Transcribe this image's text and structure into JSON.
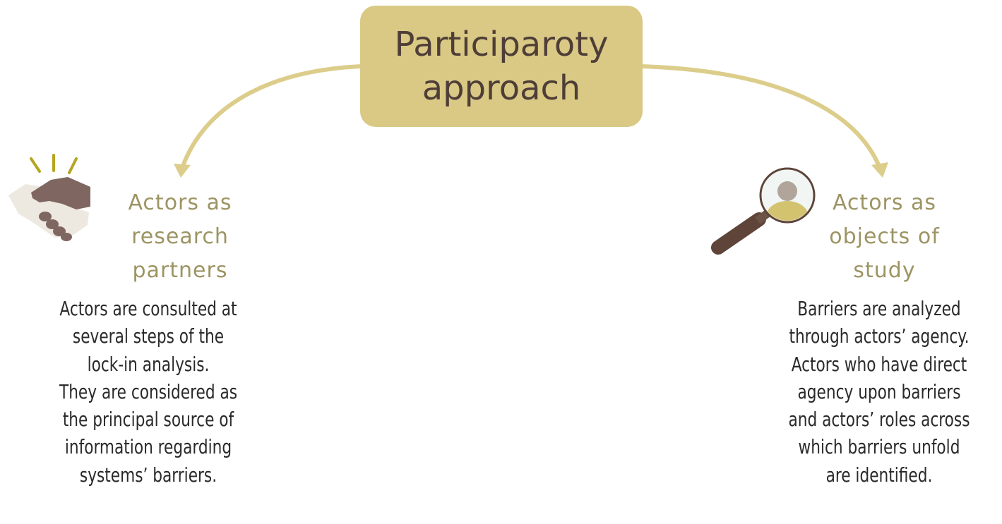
{
  "center": {
    "line1": "Participaroty",
    "line2": "approach"
  },
  "left_branch": {
    "title_lines": [
      "Actors as",
      "research",
      "partners"
    ],
    "description_lines": [
      "Actors are consulted at",
      "several steps of the",
      "lock-in analysis.",
      "They are considered as",
      "the principal source of",
      "information regarding",
      "systems’ barriers."
    ],
    "icon": "handshake-icon"
  },
  "right_branch": {
    "title_lines": [
      "Actors as",
      "objects of",
      "study"
    ],
    "description_lines": [
      "Barriers are analyzed",
      "through actors’ agency.",
      "Actors who have direct",
      "agency upon barriers",
      "and actors’ roles across",
      "which barriers unfold",
      "are identified."
    ],
    "icon": "magnifying-glass-person-icon"
  },
  "colors": {
    "box_fill": "#d9c985",
    "arrow": "#dccd8b",
    "title_text": "#9d9463",
    "center_text": "#4f3e37"
  }
}
